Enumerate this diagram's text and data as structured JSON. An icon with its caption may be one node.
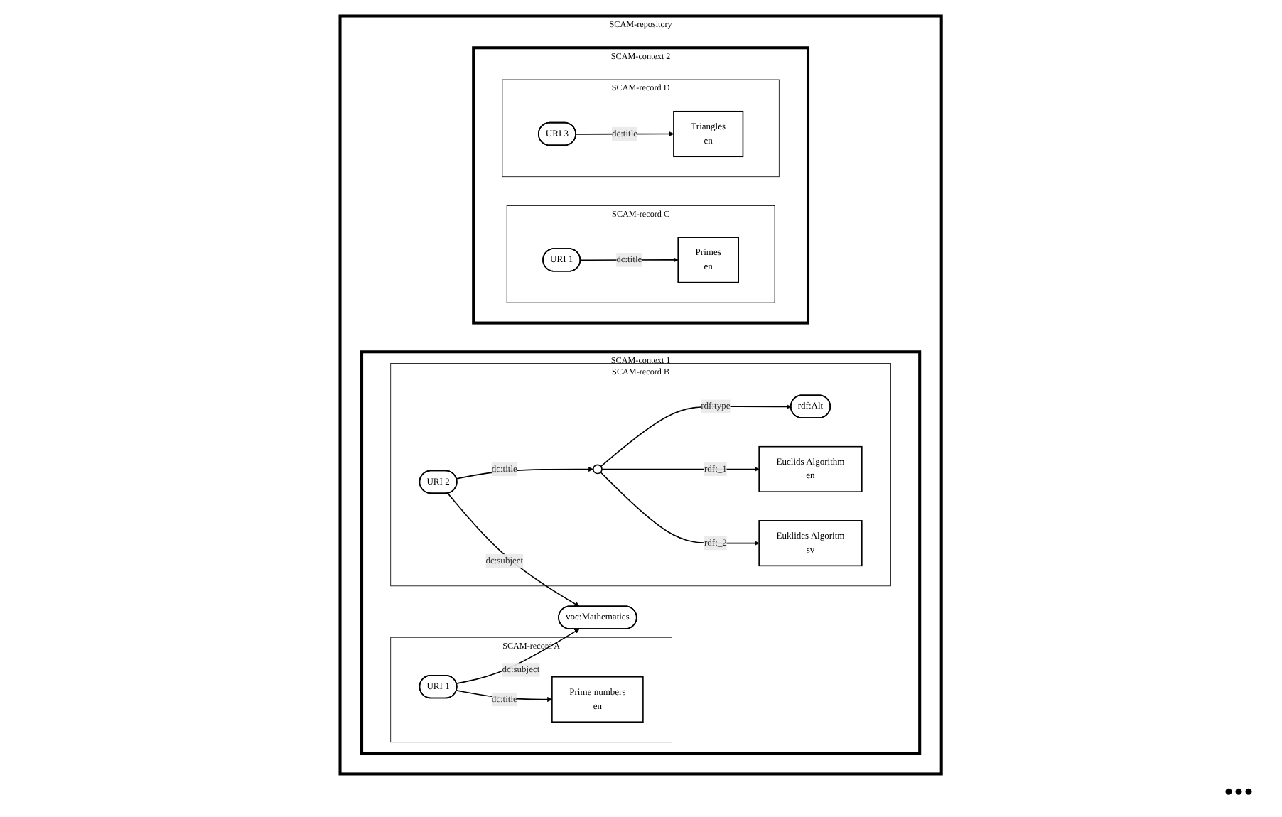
{
  "diagram": {
    "nodes": [
      {
        "text": [
          "SCAM-repository"
        ]
      },
      {
        "text": [
          "SCAM-context 1"
        ],
        "in": 0
      },
      {
        "text": [
          "SCAM-record A"
        ],
        "in": 1
      },
      {
        "text": [
          "URI 1"
        ],
        "in": 2
      },
      {
        "text": [
          "Prime numbers",
          "en"
        ],
        "in": 2
      },
      {
        "text": [
          "voc:Mathematics"
        ],
        "in": 1
      },
      {
        "text": [
          "SCAM-record B"
        ],
        "in": 1
      },
      {
        "text": [
          "URI 2"
        ],
        "in": 6
      },
      {
        "text": [
          "rdf:Alt"
        ],
        "in": 6
      },
      {
        "text": [],
        "shape": "circle",
        "in": 6
      },
      {
        "text": [
          "Euclids Algorithm",
          "en"
        ],
        "in": 6
      },
      {
        "text": [
          "Euklides Algoritm",
          "sv"
        ],
        "in": 6
      },
      {
        "text": [
          "SCAM-context 2"
        ],
        "in": 0
      },
      {
        "text": [
          "SCAM-record C"
        ],
        "in": 12
      },
      {
        "text": [
          "URI 1"
        ],
        "in": 13
      },
      {
        "text": [
          "Primes",
          "en"
        ],
        "in": 13
      },
      {
        "text": [
          "SCAM-record D"
        ],
        "in": 12
      },
      {
        "text": [
          "URI 3"
        ],
        "in": 16
      },
      {
        "text": [
          "Triangles",
          "en"
        ],
        "in": 16
      }
    ],
    "edges": [
      {
        "from": 3,
        "to": 4,
        "arrow": "to",
        "label": "dc:title"
      },
      {
        "from": 3,
        "to": 5,
        "arrow": "to",
        "label": "dc:subject"
      },
      {
        "from": 7,
        "to": 5,
        "arrow": "to",
        "label": "dc:subject"
      },
      {
        "from": 7,
        "to": 9,
        "arrow": "to",
        "label": "dc:title"
      },
      {
        "from": 9,
        "to": 8,
        "arrow": "to",
        "label": "rdf:type"
      },
      {
        "from": 9,
        "to": 10,
        "arrow": "to",
        "label": "rdf:_1"
      },
      {
        "from": 9,
        "to": 11,
        "arrow": "to",
        "label": "rdf:_2"
      },
      {
        "from": 14,
        "to": 15,
        "arrow": "to",
        "label": "dc:title"
      },
      {
        "from": 17,
        "to": 18,
        "arrow": "to",
        "label": "dc:title"
      }
    ],
    "labels": [
      "..."
    ]
  }
}
